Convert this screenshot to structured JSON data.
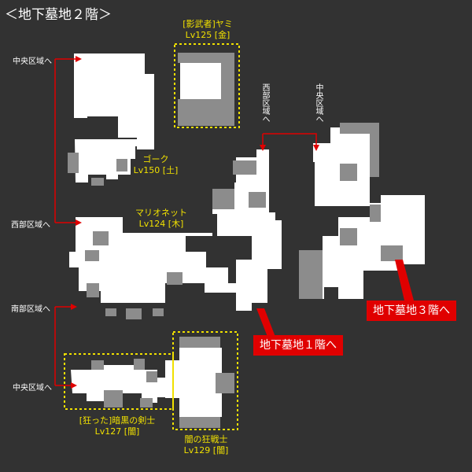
{
  "title": "＜地下墓地２階＞",
  "edge_labels": {
    "central_top": "中央区域へ",
    "west": "西部区域へ",
    "south": "南部区域へ",
    "central_bottom": "中央区域へ",
    "west_top": "西部区域へ",
    "central_right": "中央区域へ"
  },
  "monsters": {
    "yami": {
      "name": "[影武者]ヤミ",
      "level": "Lv125 [金]"
    },
    "gork": {
      "name": "ゴーク",
      "level": "Lv150 [土]"
    },
    "marionette": {
      "name": "マリオネット",
      "level": "Lv124 [木]"
    },
    "dark_swordsman": {
      "name": "[狂った]暗黒の剣士",
      "level": "Lv127 [闇]"
    },
    "dark_warrior": {
      "name": "闇の狂戦士",
      "level": "Lv129 [闇]"
    }
  },
  "exits": {
    "to_b1": "地下墓地１階へ",
    "to_b3": "地下墓地３階へ"
  },
  "colors": {
    "background": "#323232",
    "floor": "#ffffff",
    "pillar": "#8c8c8c",
    "arrow": "#e00000",
    "highlight": "#f0e000",
    "exit_box": "#e00000"
  }
}
